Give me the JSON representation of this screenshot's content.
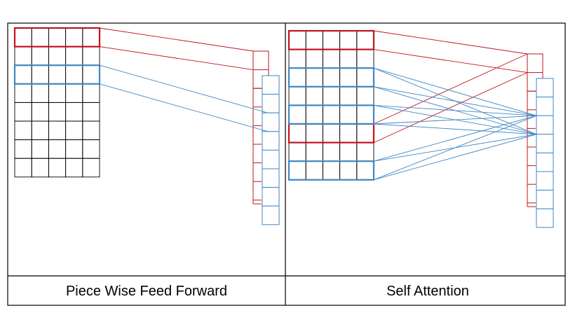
{
  "colors": {
    "background": "#ffffff",
    "grid": "#000000",
    "red": "#c0141c",
    "blue": "#3f86c4"
  },
  "panels": [
    {
      "caption": "Piece Wise Feed Forward",
      "mode": "piecewise"
    },
    {
      "caption": "Self Attention",
      "mode": "attention"
    }
  ],
  "input_matrix": {
    "rows": 8,
    "cols": 5
  },
  "output_vectors": {
    "red_cells": 8,
    "blue_cells": 8
  },
  "highlighted_rows": {
    "piecewise": {
      "red": [
        0
      ],
      "blue": [
        2
      ]
    },
    "attention": {
      "red": [
        0,
        5
      ],
      "blue": [
        2,
        4,
        7
      ]
    }
  }
}
